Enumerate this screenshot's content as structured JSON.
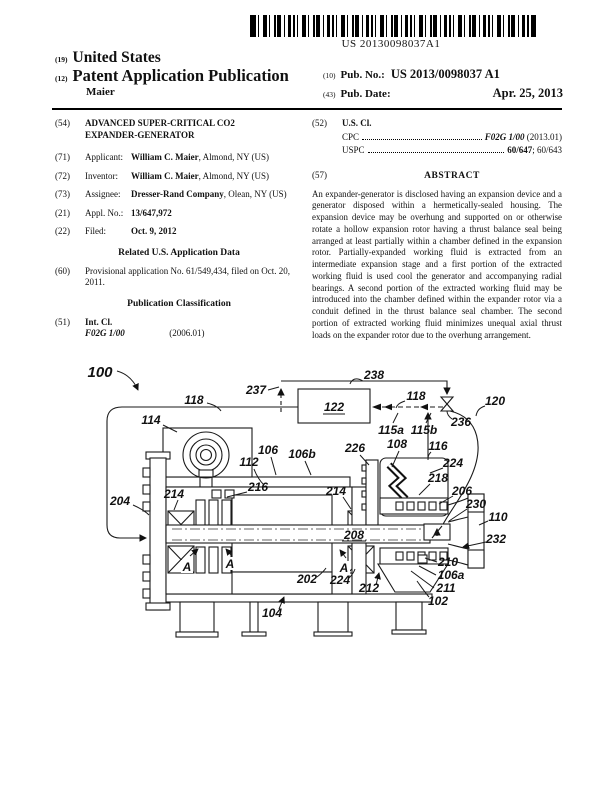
{
  "barcode": {
    "text": "US 20130098037A1"
  },
  "header": {
    "country_num": "(19)",
    "country": "United States",
    "kind_num": "(12)",
    "kind": "Patent Application Publication",
    "inventor_surname": "Maier",
    "pubno_num": "(10)",
    "pubno_label": "Pub. No.:",
    "pubno": "US 2013/0098037 A1",
    "pubdate_num": "(43)",
    "pubdate_label": "Pub. Date:",
    "pubdate": "Apr. 25, 2013"
  },
  "left_column": {
    "title_num": "(54)",
    "title": "ADVANCED SUPER-CRITICAL CO2 EXPANDER-GENERATOR",
    "fields": [
      {
        "num": "(71)",
        "label": "Applicant:",
        "value_bold": "William C. Maier",
        "value_rest": ", Almond, NY (US)"
      },
      {
        "num": "(72)",
        "label": "Inventor:",
        "value_bold": "William C. Maier",
        "value_rest": ", Almond, NY (US)"
      },
      {
        "num": "(73)",
        "label": "Assignee:",
        "value_bold": "Dresser-Rand Company",
        "value_rest": ", Olean, NY (US)"
      },
      {
        "num": "(21)",
        "label": "Appl. No.:",
        "value_bold": "13/647,972",
        "value_rest": ""
      },
      {
        "num": "(22)",
        "label": "Filed:",
        "value_bold": "Oct. 9, 2012",
        "value_rest": ""
      }
    ],
    "related_header": "Related U.S. Application Data",
    "related_num": "(60)",
    "related_text": "Provisional application No. 61/549,434, filed on Oct. 20, 2011.",
    "pubclass_header": "Publication Classification",
    "intcl_num": "(51)",
    "intcl_label": "Int. Cl.",
    "intcl_code": "F02G 1/00",
    "intcl_year": "(2006.01)"
  },
  "right_column": {
    "uscl_num": "(52)",
    "uscl_label": "U.S. Cl.",
    "cpc_label": "CPC",
    "cpc_value": "F02G 1/00",
    "cpc_year": " (2013.01)",
    "uspc_label": "USPC",
    "uspc_value_bold": "60/647",
    "uspc_value_rest": "; 60/643",
    "abstract_num": "(57)",
    "abstract_header": "ABSTRACT",
    "abstract_text": "An expander-generator is disclosed having an expansion device and a generator disposed within a hermetically-sealed housing. The expansion device may be overhung and supported on or otherwise rotate a hollow expansion rotor having a thrust balance seal being arranged at least partially within a chamber defined in the expansion rotor. Partially-expanded working fluid is extracted from an intermediate expansion stage and a first portion of the extracted working fluid is used cool the generator and accompanying radial bearings. A second portion of the extracted working fluid may be introduced into the chamber defined within the expander rotor via a conduit defined in the thrust balance seal chamber. The second portion of extracted working fluid minimizes unequal axial thrust loads on the expander rotor due to the overhung arrangement."
  },
  "figure": {
    "labels": {
      "n100": "100",
      "n102": "102",
      "n104": "104",
      "n106": "106",
      "n106a": "106a",
      "n106b": "106b",
      "n108": "108",
      "n110": "110",
      "n112": "112",
      "n114": "114",
      "n115a": "115a",
      "n115b": "115b",
      "n116": "116",
      "n118": "118",
      "n120": "120",
      "n122": "122",
      "n202": "202",
      "n204": "204",
      "n206": "206",
      "n208": "208",
      "n210": "210",
      "n211": "211",
      "n212": "212",
      "n214": "214",
      "n216": "216",
      "n218": "218",
      "n224": "224",
      "n226": "226",
      "n230": "230",
      "n232": "232",
      "n236": "236",
      "n237": "237",
      "n238": "238",
      "sectionA": "A"
    }
  }
}
